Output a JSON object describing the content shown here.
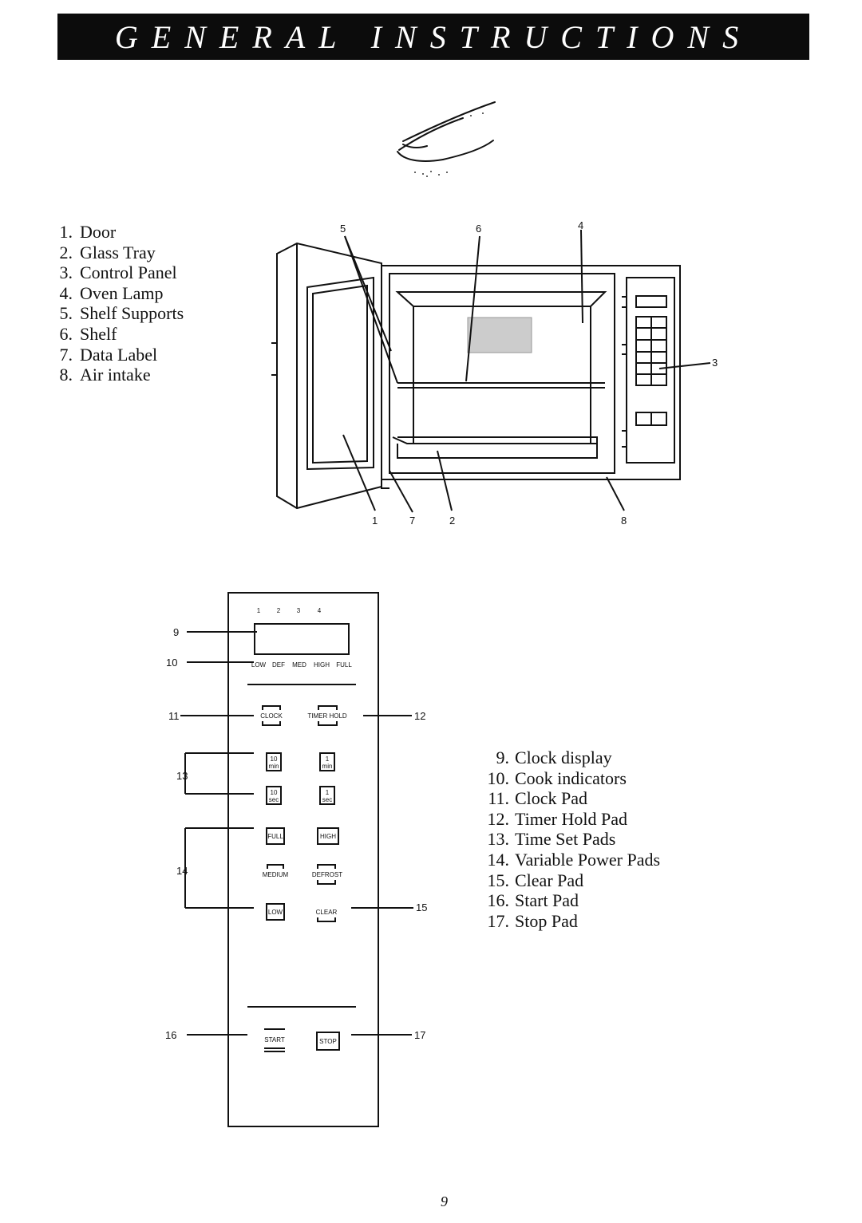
{
  "header": {
    "title": "GENERAL INSTRUCTIONS"
  },
  "parts": [
    {
      "num": "1.",
      "label": "Door"
    },
    {
      "num": "2.",
      "label": "Glass Tray"
    },
    {
      "num": "3.",
      "label": "Control Panel"
    },
    {
      "num": "4.",
      "label": "Oven Lamp"
    },
    {
      "num": "5.",
      "label": "Shelf Supports"
    },
    {
      "num": "6.",
      "label": "Shelf"
    },
    {
      "num": "7.",
      "label": "Data Label"
    },
    {
      "num": "8.",
      "label": "Air intake"
    }
  ],
  "panel_parts": [
    {
      "num": "9.",
      "label": "Clock display"
    },
    {
      "num": "10.",
      "label": "Cook indicators"
    },
    {
      "num": "11.",
      "label": "Clock Pad"
    },
    {
      "num": "12.",
      "label": "Timer Hold Pad"
    },
    {
      "num": "13.",
      "label": "Time Set Pads"
    },
    {
      "num": "14.",
      "label": "Variable Power Pads"
    },
    {
      "num": "15.",
      "label": "Clear Pad"
    },
    {
      "num": "16.",
      "label": "Start Pad"
    },
    {
      "num": "17.",
      "label": "Stop Pad"
    }
  ],
  "oven_callouts": {
    "c1": "1",
    "c2": "2",
    "c3": "3",
    "c4": "4",
    "c5": "5",
    "c6": "6",
    "c7": "7",
    "c8": "8"
  },
  "panel_callouts": {
    "c9": "9",
    "c10": "10",
    "c11": "11",
    "c12": "12",
    "c13": "13",
    "c14": "14",
    "c15": "15",
    "c16": "16",
    "c17": "17"
  },
  "panel": {
    "stage_numbers": [
      "1",
      "2",
      "3",
      "4"
    ],
    "indicators": [
      "LOW",
      "DEF",
      "MED",
      "HIGH",
      "FULL"
    ],
    "clock": "CLOCK",
    "timer_hold": "TIMER HOLD",
    "ten_min": {
      "top": "10",
      "bottom": "min"
    },
    "one_min": {
      "top": "1",
      "bottom": "min"
    },
    "ten_sec": {
      "top": "10",
      "bottom": "sec"
    },
    "one_sec": {
      "top": "1",
      "bottom": "sec"
    },
    "full": "FULL",
    "high": "HIGH",
    "medium": "MEDIUM",
    "defrost": "DEFROST",
    "low": "LOW",
    "clear": "CLEAR",
    "start": "START",
    "stop": "STOP"
  },
  "page_number": "9"
}
